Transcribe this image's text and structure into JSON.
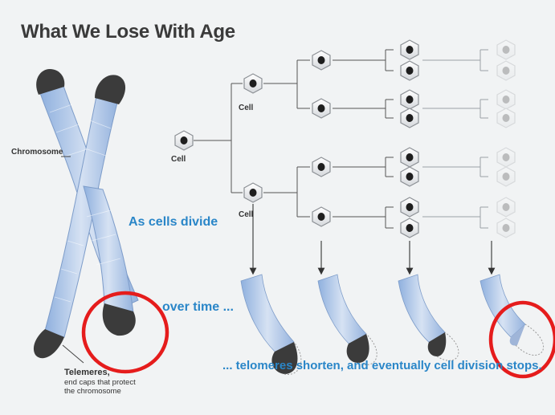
{
  "title": "What We Lose With Age",
  "labels": {
    "chromosome": "Chromosome",
    "cell": "Cell",
    "as_cells_divide": "As cells divide",
    "over_time": "over time ...",
    "telomeres_title": "Telemeres,",
    "telomeres_line1": "end caps that protect",
    "telomeres_line2": "the chromosome",
    "conclusion": "... telomeres shorten, and eventually cell division stops."
  },
  "colors": {
    "accent_text": "#2a86c8",
    "chromosome_fill": "#b6cbe8",
    "telomere_fill": "#3b3b3b",
    "highlight_circle": "#e51c1c",
    "background": "#f1f3f4"
  },
  "icons": [
    "cell-icon",
    "chromosome-icon",
    "arrow-down-icon",
    "highlight-circle-icon"
  ]
}
